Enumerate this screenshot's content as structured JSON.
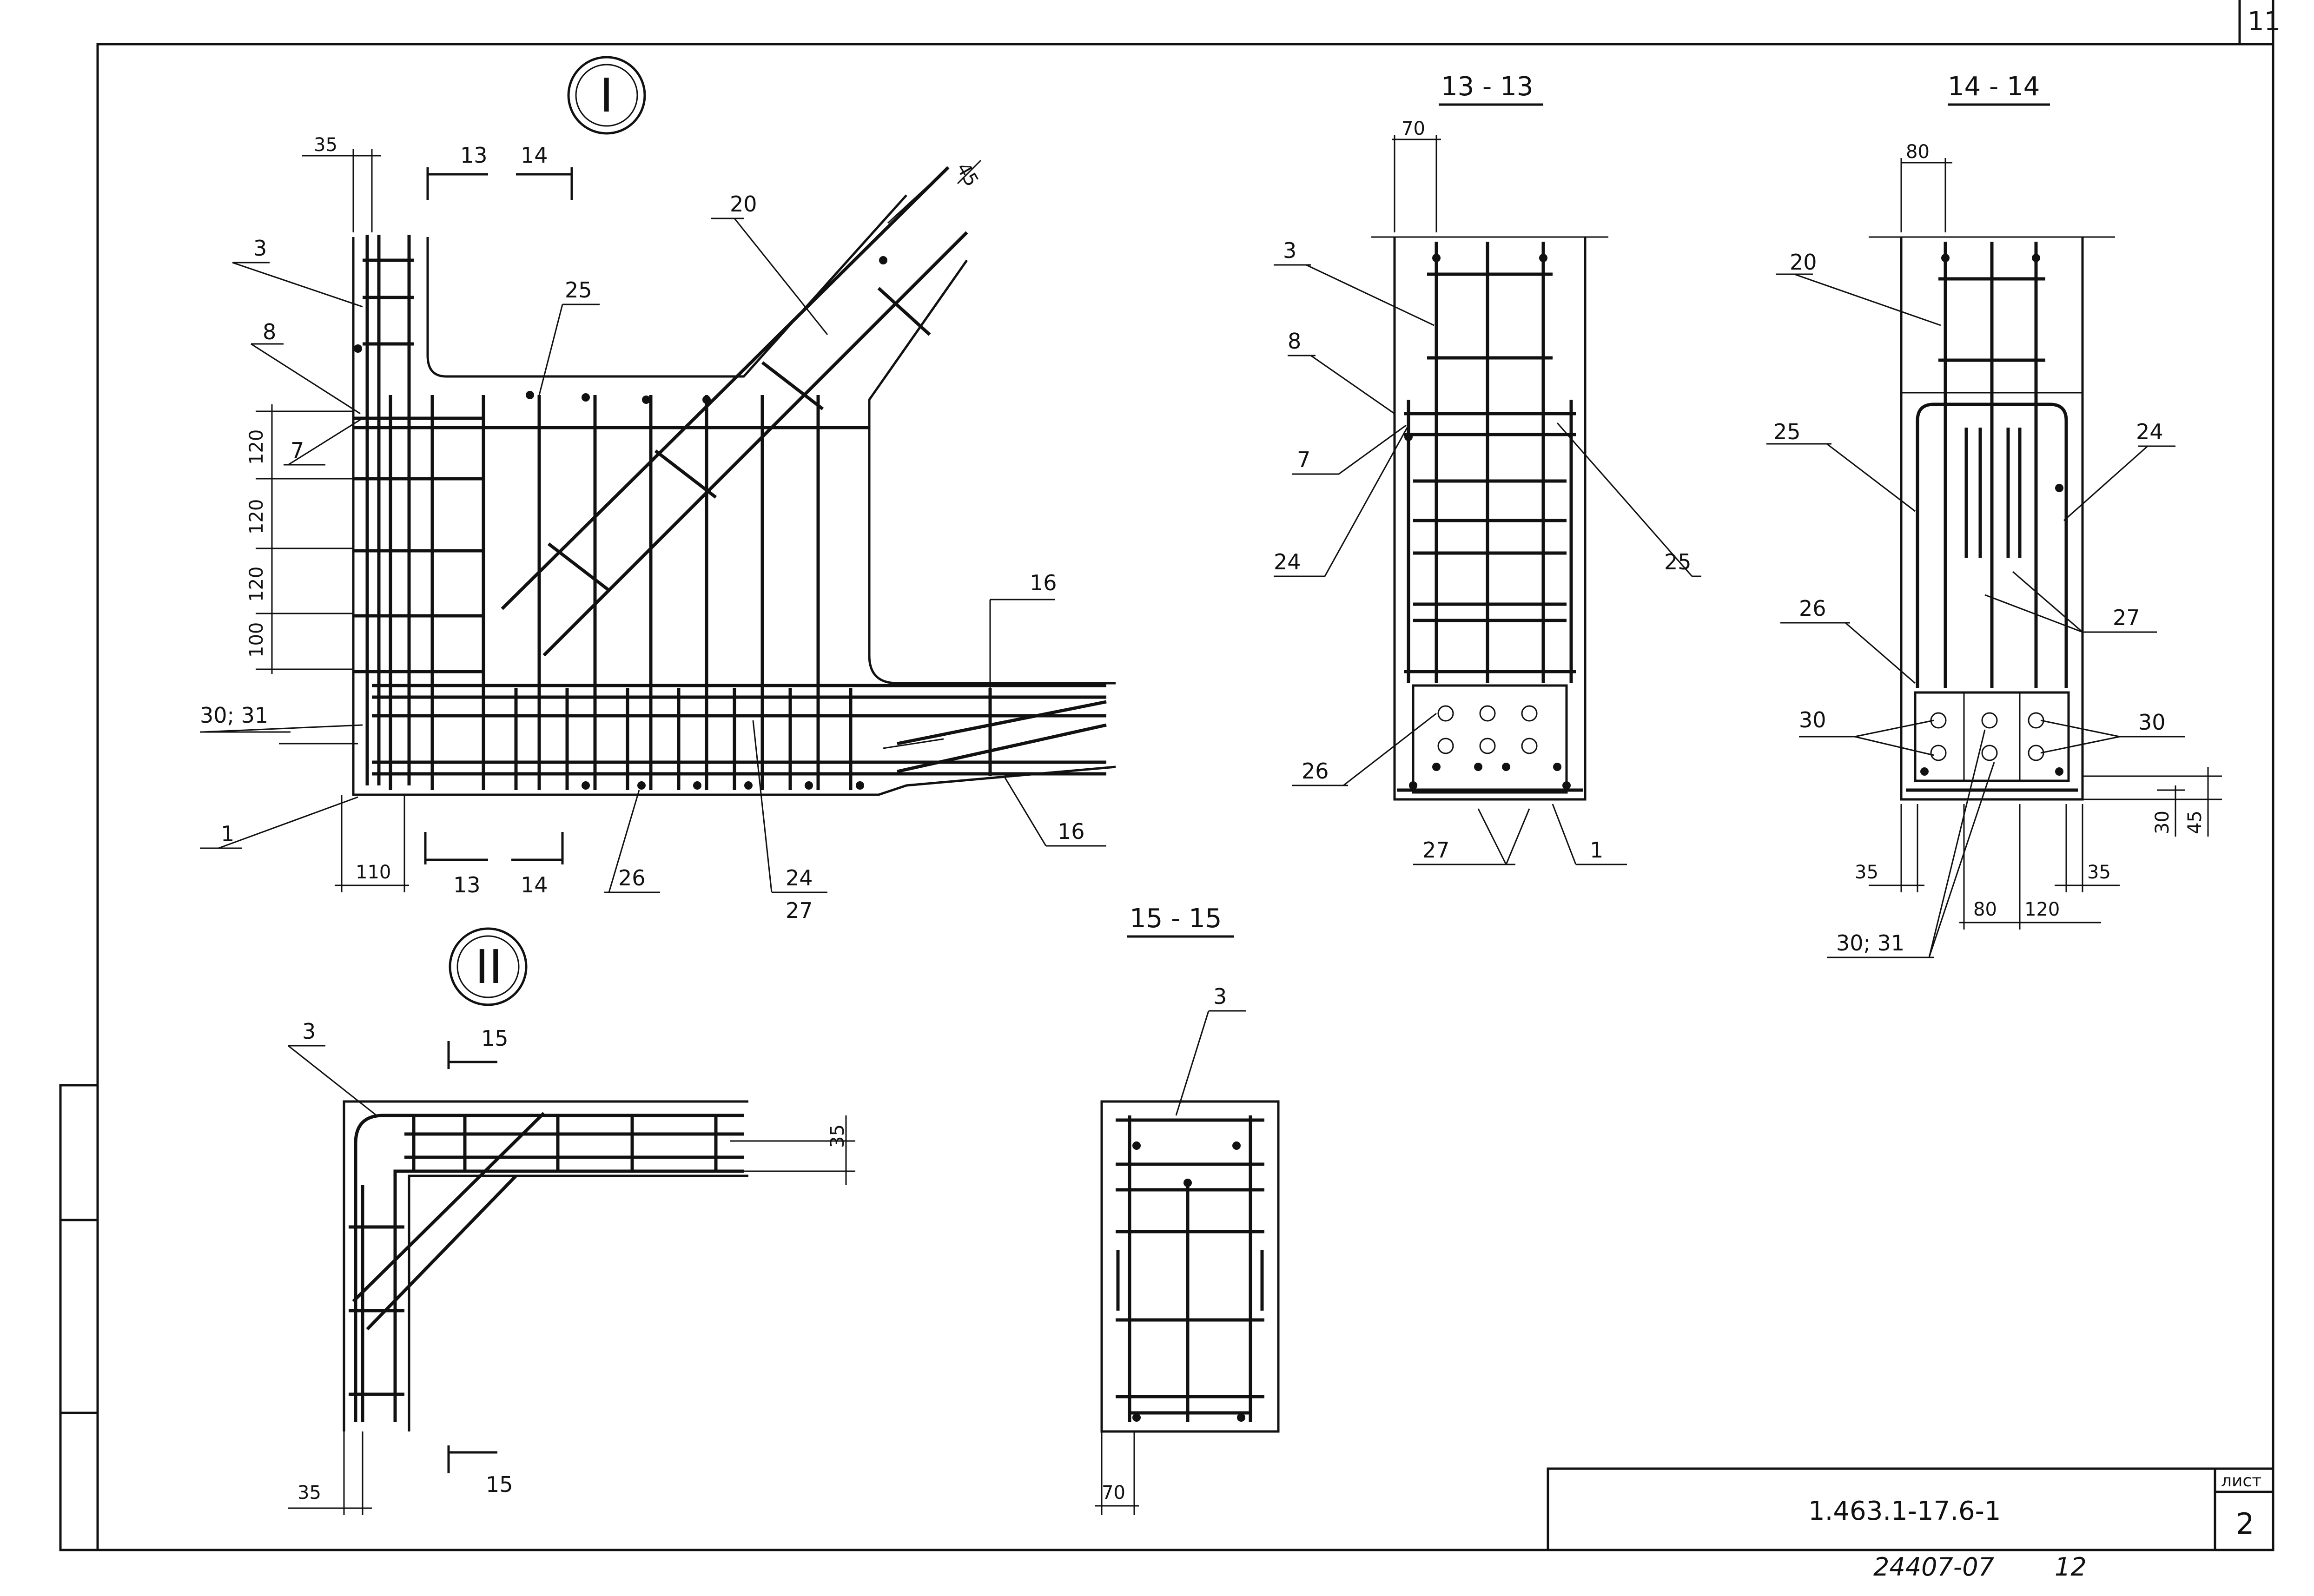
{
  "sheet": {
    "page_number": "11",
    "doc_code": "1.463.1-17.6-1",
    "list_label": "лист",
    "list_number": "2",
    "archive_number": "24407-07",
    "archive_page": "12"
  },
  "node_I": {
    "marker": "I",
    "sections": [
      "13",
      "14",
      "13",
      "14"
    ],
    "labels": {
      "p3": "3",
      "p8": "8",
      "p7": "7",
      "p20": "20",
      "p25": "25",
      "p16a": "16",
      "p16b": "16",
      "p1": "1",
      "p26": "26",
      "p24": "24",
      "p27": "27",
      "p30_31": "30; 31"
    },
    "dims": {
      "d35": "35",
      "d45": "45",
      "d110": "110",
      "s120a": "120",
      "s120b": "120",
      "s120c": "120",
      "s100": "100"
    }
  },
  "node_II": {
    "marker": "II",
    "sections": [
      "15",
      "15"
    ],
    "labels": {
      "p3": "3"
    },
    "dims": {
      "d35a": "35",
      "d35b": "35"
    }
  },
  "section_13": {
    "title": "13 - 13",
    "labels": {
      "p3": "3",
      "p8": "8",
      "p7": "7",
      "p24": "24",
      "p25": "25",
      "p26": "26",
      "p27": "27",
      "p1": "1"
    },
    "dims": {
      "d70": "70"
    }
  },
  "section_14": {
    "title": "14 - 14",
    "labels": {
      "p20": "20",
      "p25": "25",
      "p24": "24",
      "p26": "26",
      "p27": "27",
      "p30a": "30",
      "p30b": "30",
      "p30_31": "30; 31"
    },
    "dims": {
      "d80a": "80",
      "d35a": "35",
      "d35b": "35",
      "d80b": "80",
      "d120": "120",
      "d30": "30",
      "d45": "45"
    }
  },
  "section_15": {
    "title": "15 - 15",
    "labels": {
      "p3": "3"
    },
    "dims": {
      "d70": "70"
    }
  }
}
